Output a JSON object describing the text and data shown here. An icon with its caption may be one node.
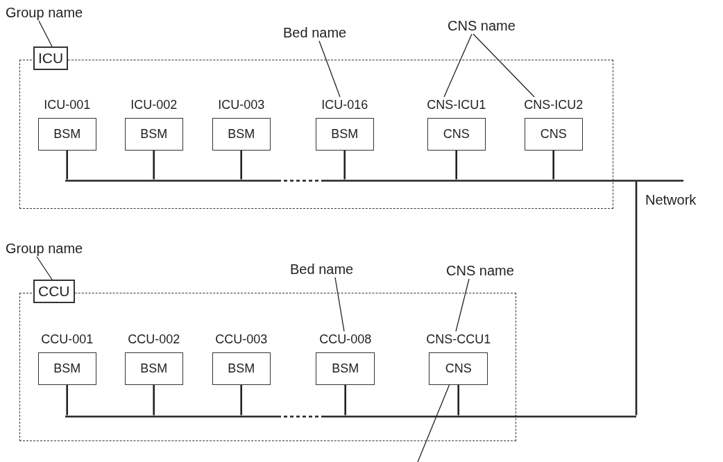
{
  "diagram": {
    "nodes": [
      {
        "text": [
          "Group name"
        ]
      },
      {
        "text": [
          "ICU"
        ]
      },
      {
        "text": [
          "Bed name"
        ]
      },
      {
        "text": [
          "CNS name"
        ]
      },
      {
        "text": [
          "BSM"
        ],
        "beside": [
          "ICU-001"
        ],
        "in": 1
      },
      {
        "text": [
          "BSM"
        ],
        "beside": [
          "ICU-002"
        ],
        "in": 1
      },
      {
        "text": [
          "BSM"
        ],
        "beside": [
          "ICU-003"
        ],
        "in": 1
      },
      {
        "text": [
          "BSM"
        ],
        "beside": [
          "ICU-016"
        ],
        "in": 1
      },
      {
        "text": [
          "CNS"
        ],
        "beside": [
          "CNS-ICU1"
        ],
        "in": 1
      },
      {
        "text": [
          "CNS"
        ],
        "beside": [
          "CNS-ICU2"
        ],
        "in": 1
      },
      {
        "text": [],
        "shape": "bar"
      },
      {
        "text": [
          "Group name"
        ]
      },
      {
        "text": [
          "CCU"
        ]
      },
      {
        "text": [
          "Bed name"
        ]
      },
      {
        "text": [
          "CNS name"
        ]
      },
      {
        "text": [
          "BSM"
        ],
        "beside": [
          "CCU-001"
        ],
        "in": 12
      },
      {
        "text": [
          "BSM"
        ],
        "beside": [
          "CCU-002"
        ],
        "in": 12
      },
      {
        "text": [
          "BSM"
        ],
        "beside": [
          "CCU-003"
        ],
        "in": 12
      },
      {
        "text": [
          "BSM"
        ],
        "beside": [
          "CCU-008"
        ],
        "in": 12
      },
      {
        "text": [
          "CNS"
        ],
        "beside": [
          "CNS-CCU1"
        ],
        "in": 12
      },
      {
        "text": [],
        "shape": "bar"
      }
    ],
    "edges": [
      {
        "from": 0,
        "to": 1,
        "arrow": "none"
      },
      {
        "from": 2,
        "to": 7,
        "arrow": "none"
      },
      {
        "from": 3,
        "to": 8,
        "arrow": "none"
      },
      {
        "from": 3,
        "to": 9,
        "arrow": "none"
      },
      {
        "from": 4,
        "to": 10,
        "arrow": "none"
      },
      {
        "from": 5,
        "to": 10,
        "arrow": "none"
      },
      {
        "from": 6,
        "to": 10,
        "arrow": "none"
      },
      {
        "from": 7,
        "to": 10,
        "arrow": "none"
      },
      {
        "from": 8,
        "to": 10,
        "arrow": "none"
      },
      {
        "from": 9,
        "to": 10,
        "arrow": "none"
      },
      {
        "from": 11,
        "to": 12,
        "arrow": "none"
      },
      {
        "from": 13,
        "to": 18,
        "arrow": "none"
      },
      {
        "from": 14,
        "to": 19,
        "arrow": "none"
      },
      {
        "from": 15,
        "to": 20,
        "arrow": "none"
      },
      {
        "from": 16,
        "to": 20,
        "arrow": "none"
      },
      {
        "from": 17,
        "to": 20,
        "arrow": "none"
      },
      {
        "from": 18,
        "to": 20,
        "arrow": "none"
      },
      {
        "from": 19,
        "to": 20,
        "arrow": "none"
      },
      {
        "from": 10,
        "to": 20,
        "arrow": "none"
      },
      {
        "from": 19,
        "to": null,
        "arrow": "none"
      }
    ],
    "labels": [
      "Network"
    ]
  }
}
